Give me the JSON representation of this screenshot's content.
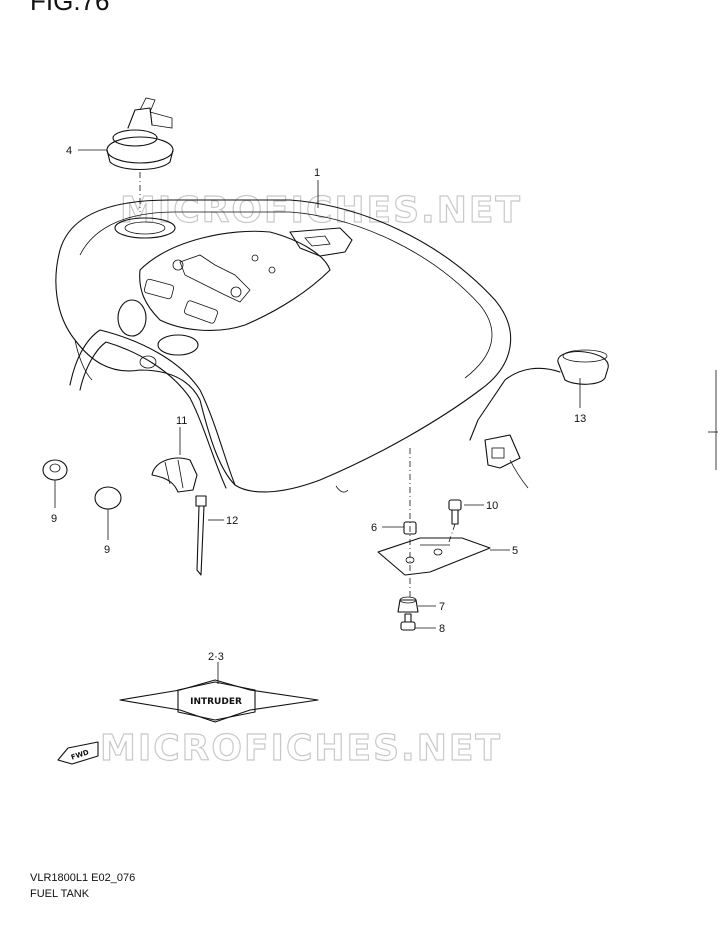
{
  "figure": {
    "title": "FIG.76"
  },
  "watermark": {
    "text": "MICROFICHES.NET"
  },
  "callouts": {
    "c1": "1",
    "c23": "2·3",
    "c4": "4",
    "c5": "5",
    "c6": "6",
    "c7": "7",
    "c8": "8",
    "c9a": "9",
    "c9b": "9",
    "c10": "10",
    "c11": "11",
    "c12": "12",
    "c13": "13"
  },
  "emblem": {
    "text": "INTRUDER"
  },
  "fwd": {
    "text": "FWD"
  },
  "footer": {
    "code": "VLR1800L1 E02_076",
    "name": "FUEL TANK"
  }
}
